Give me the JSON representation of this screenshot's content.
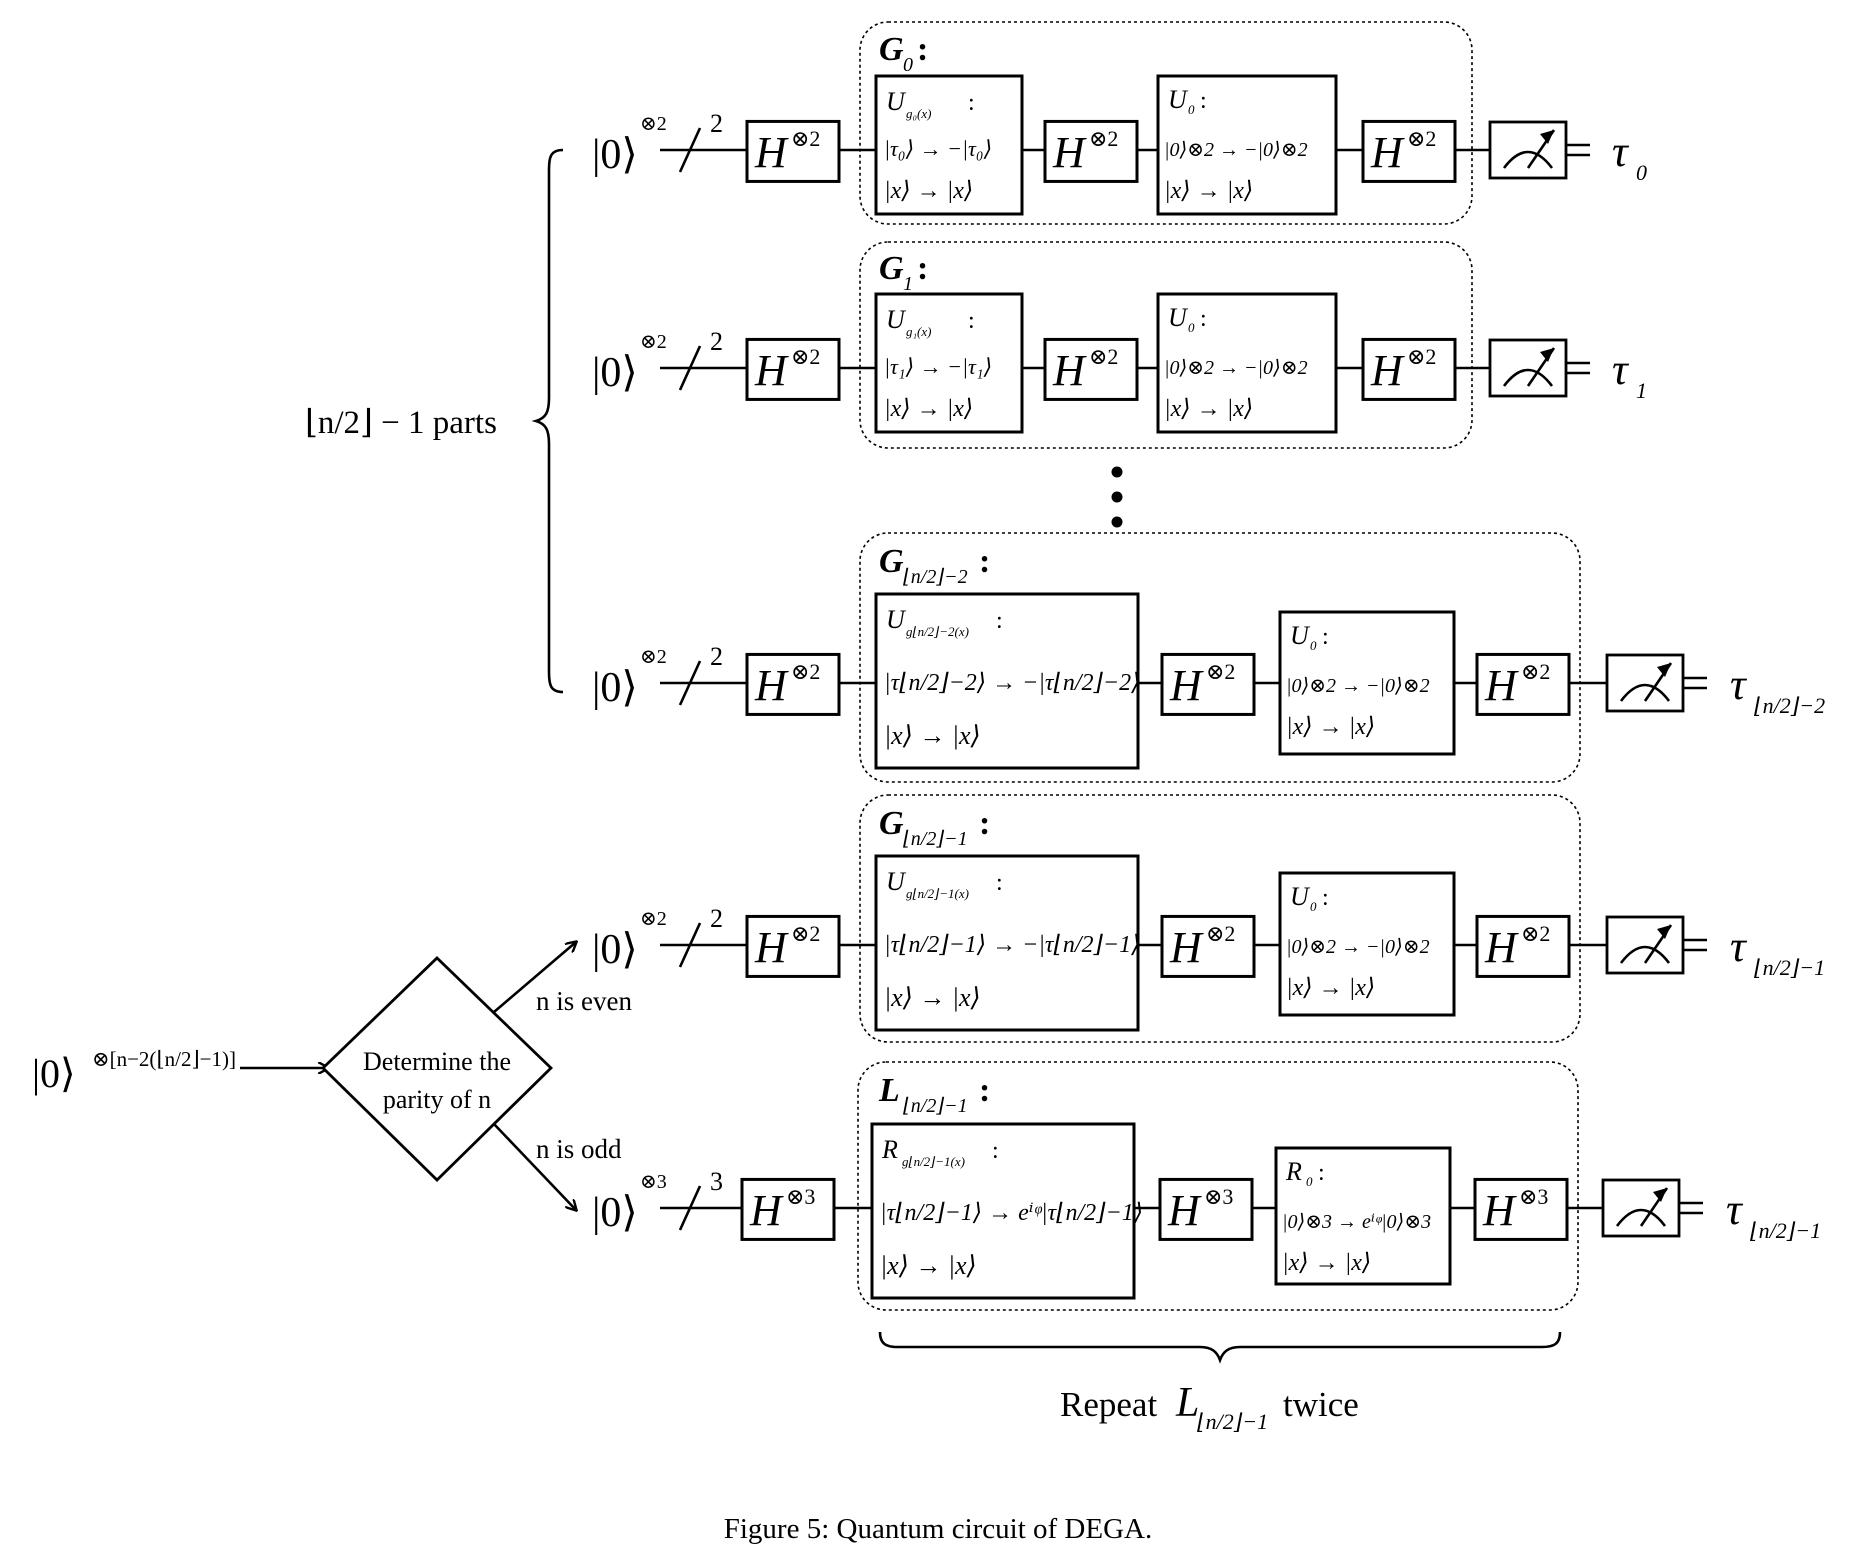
{
  "caption": "Figure 5:   Quantum circuit of DEGA.",
  "bracket_label": "⌊n/2⌋ − 1 parts",
  "main_input": {
    "ket": "|0⟩",
    "exp": "⊗[n−2(⌊n/2⌋−1)]"
  },
  "decision": {
    "line1": "Determine the",
    "line2": "parity of n",
    "even_label": "n is even",
    "odd_label": "n is odd"
  },
  "repeat_label": {
    "prefix": "Repeat ",
    "L": "L",
    "sub": "⌊n/2⌋−1",
    "suffix": " twice"
  },
  "ellipsis": "⋮",
  "rows": [
    {
      "input_ket": "|0⟩",
      "input_exp": "⊗2",
      "wires": "2",
      "h1": "H",
      "h1_exp": "⊗2",
      "group_G": "G",
      "group_sub": "0",
      "group_colon": ":",
      "oracle_U": "U",
      "oracle_sub": "g₀(x)",
      "oracle_colon": ":",
      "oracle_line1": "|τ₀⟩ → −|τ₀⟩",
      "oracle_line2": "|x⟩ → |x⟩",
      "h2": "H",
      "h2_exp": "⊗2",
      "diff_U": "U",
      "diff_sub": "0",
      "diff_colon": ":",
      "diff_line1": "|0⟩⊗2 → −|0⟩⊗2",
      "diff_line2": "|x⟩ → |x⟩",
      "h3": "H",
      "h3_exp": "⊗2",
      "out_tau": "τ",
      "out_sub": "0"
    },
    {
      "input_ket": "|0⟩",
      "input_exp": "⊗2",
      "wires": "2",
      "h1": "H",
      "h1_exp": "⊗2",
      "group_G": "G",
      "group_sub": "1",
      "group_colon": ":",
      "oracle_U": "U",
      "oracle_sub": "g₁(x)",
      "oracle_colon": ":",
      "oracle_line1": "|τ₁⟩ → −|τ₁⟩",
      "oracle_line2": "|x⟩ → |x⟩",
      "h2": "H",
      "h2_exp": "⊗2",
      "diff_U": "U",
      "diff_sub": "0",
      "diff_colon": ":",
      "diff_line1": "|0⟩⊗2 → −|0⟩⊗2",
      "diff_line2": "|x⟩ → |x⟩",
      "h3": "H",
      "h3_exp": "⊗2",
      "out_tau": "τ",
      "out_sub": "1"
    },
    {
      "input_ket": "|0⟩",
      "input_exp": "⊗2",
      "wires": "2",
      "h1": "H",
      "h1_exp": "⊗2",
      "group_G": "G",
      "group_sub": "⌊n/2⌋−2",
      "group_colon": ":",
      "oracle_U": "U",
      "oracle_sub": "g⌊n/2⌋−2(x)",
      "oracle_colon": ":",
      "oracle_line1": "|τ⌊n/2⌋−2⟩ → −|τ⌊n/2⌋−2⟩",
      "oracle_line2": "|x⟩ → |x⟩",
      "h2": "H",
      "h2_exp": "⊗2",
      "diff_U": "U",
      "diff_sub": "0",
      "diff_colon": ":",
      "diff_line1": "|0⟩⊗2 → −|0⟩⊗2",
      "diff_line2": "|x⟩ → |x⟩",
      "h3": "H",
      "h3_exp": "⊗2",
      "out_tau": "τ",
      "out_sub": "⌊n/2⌋−2"
    },
    {
      "input_ket": "|0⟩",
      "input_exp": "⊗2",
      "wires": "2",
      "h1": "H",
      "h1_exp": "⊗2",
      "group_G": "G",
      "group_sub": "⌊n/2⌋−1",
      "group_colon": ":",
      "oracle_U": "U",
      "oracle_sub": "g⌊n/2⌋−1(x)",
      "oracle_colon": ":",
      "oracle_line1": "|τ⌊n/2⌋−1⟩ → −|τ⌊n/2⌋−1⟩",
      "oracle_line2": "|x⟩ → |x⟩",
      "h2": "H",
      "h2_exp": "⊗2",
      "diff_U": "U",
      "diff_sub": "0",
      "diff_colon": ":",
      "diff_line1": "|0⟩⊗2 → −|0⟩⊗2",
      "diff_line2": "|x⟩ → |x⟩",
      "h3": "H",
      "h3_exp": "⊗2",
      "out_tau": "τ",
      "out_sub": "⌊n/2⌋−1"
    },
    {
      "input_ket": "|0⟩",
      "input_exp": "⊗3",
      "wires": "3",
      "h1": "H",
      "h1_exp": "⊗3",
      "group_G": "L",
      "group_sub": "⌊n/2⌋−1",
      "group_colon": ":",
      "oracle_U": "R",
      "oracle_sub": "g⌊n/2⌋−1(x)",
      "oracle_colon": ":",
      "oracle_line1": "|τ⌊n/2⌋−1⟩ → eⁱᵠ|τ⌊n/2⌋−1⟩",
      "oracle_line2": "|x⟩ → |x⟩",
      "h2": "H",
      "h2_exp": "⊗3",
      "diff_U": "R",
      "diff_sub": "0",
      "diff_colon": ":",
      "diff_line1": "|0⟩⊗3 → eⁱᵠ|0⟩⊗3",
      "diff_line2": "|x⟩ → |x⟩",
      "h3": "H",
      "h3_exp": "⊗3",
      "out_tau": "τ",
      "out_sub": "⌊n/2⌋−1"
    }
  ]
}
